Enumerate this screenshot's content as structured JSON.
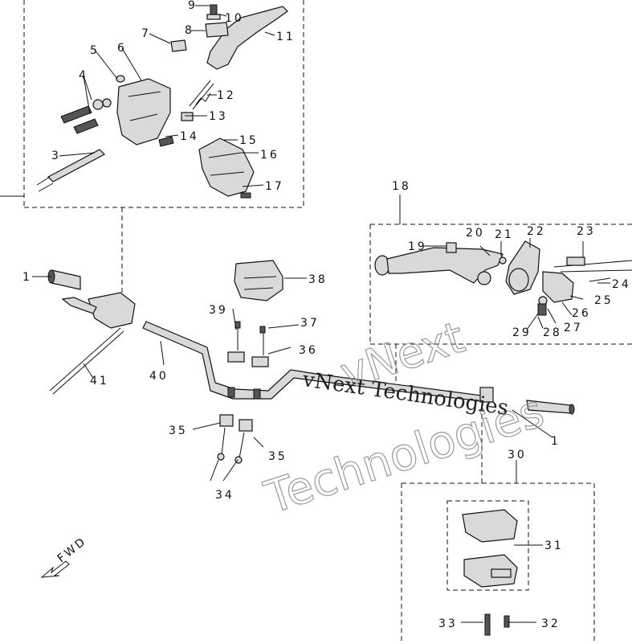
{
  "callouts": [
    "9",
    "10",
    "7",
    "8",
    "11",
    "5",
    "6",
    "4",
    "12",
    "13",
    "14",
    "15",
    "16",
    "17",
    "3",
    "18",
    "19",
    "20",
    "21",
    "22",
    "23",
    "24",
    "25",
    "26",
    "27",
    "28",
    "29",
    "1",
    "38",
    "39",
    "37",
    "36",
    "40",
    "41",
    "35",
    "34",
    "30",
    "31",
    "33",
    "32"
  ],
  "callout_1b": "1",
  "callout_35b": "35",
  "fwd_label": "FWD",
  "watermark": {
    "line1": "vNext",
    "line2": "Technologies",
    "inline": "vNext Technologies"
  }
}
